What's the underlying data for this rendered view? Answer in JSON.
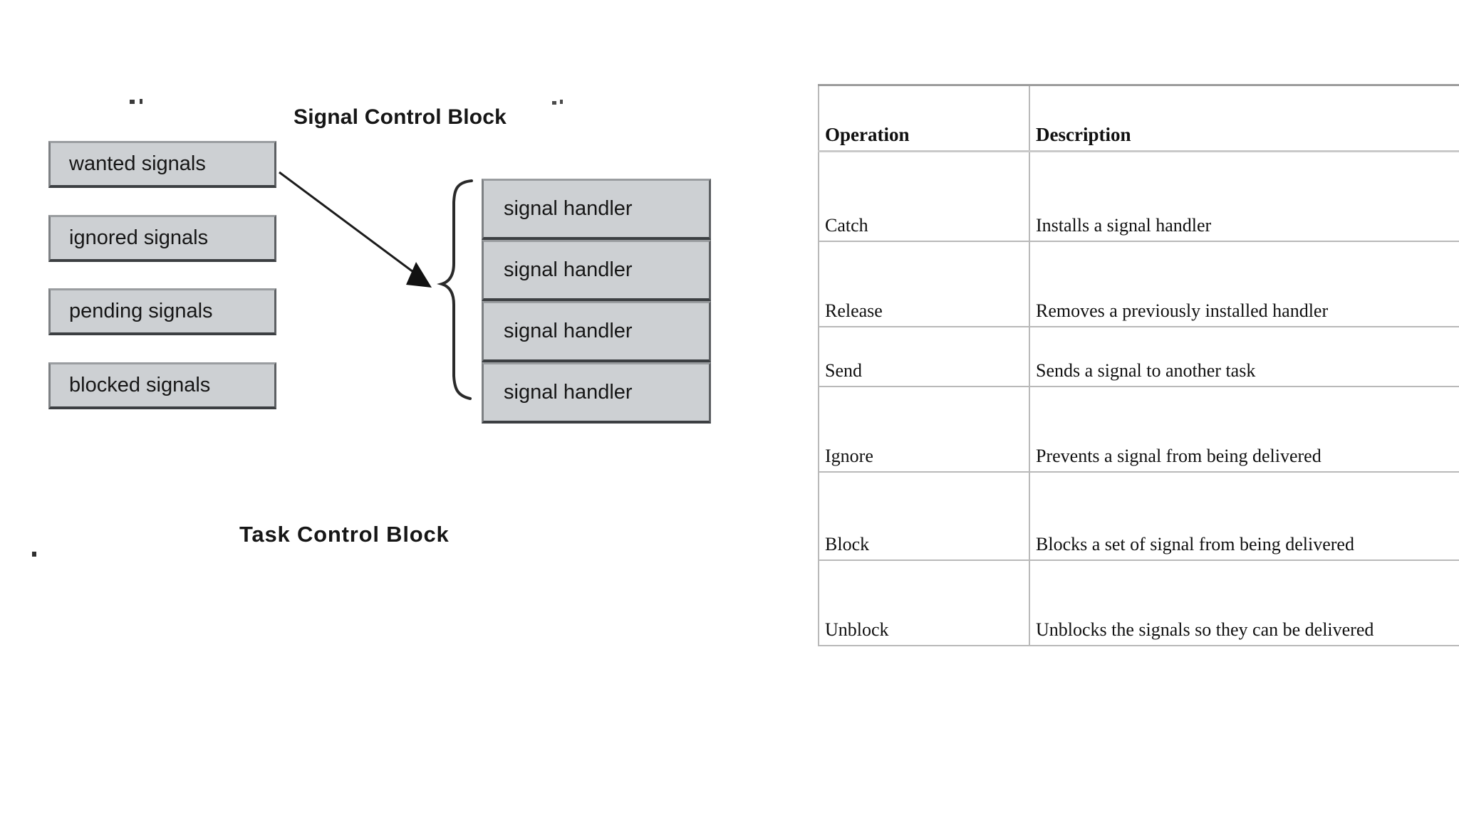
{
  "diagram": {
    "signal_control_block_title": "Signal Control Block",
    "task_control_block_title": "Task Control Block",
    "tcb_fields": [
      {
        "label": "wanted signals"
      },
      {
        "label": "ignored signals"
      },
      {
        "label": "pending signals"
      },
      {
        "label": "blocked signals"
      }
    ],
    "signal_handlers": [
      {
        "label": "signal handler"
      },
      {
        "label": "signal handler"
      },
      {
        "label": "signal handler"
      },
      {
        "label": "signal handler"
      }
    ],
    "connector": {
      "arrow_icon": "arrow-pointer-icon",
      "brace_icon": "curly-brace-icon"
    },
    "colors": {
      "box_fill": "#cdd0d3",
      "box_border_dark": "#3c3f42",
      "box_border_light": "#9a9da0",
      "text": "#161616",
      "background": "#ffffff"
    }
  },
  "ops_table": {
    "columns": [
      "Operation",
      "Description"
    ],
    "rows": [
      {
        "operation": "Catch",
        "description": "Installs a signal handler"
      },
      {
        "operation": "Release",
        "description": "Removes a previously installed handler"
      },
      {
        "operation": "Send",
        "description": "Sends a signal to another task"
      },
      {
        "operation": "Ignore",
        "description": "Prevents a signal from being delivered"
      },
      {
        "operation": "Block",
        "description": "Blocks a set of signal from being delivered"
      },
      {
        "operation": "Unblock",
        "description": "Unblocks the signals so they can be delivered"
      }
    ]
  }
}
